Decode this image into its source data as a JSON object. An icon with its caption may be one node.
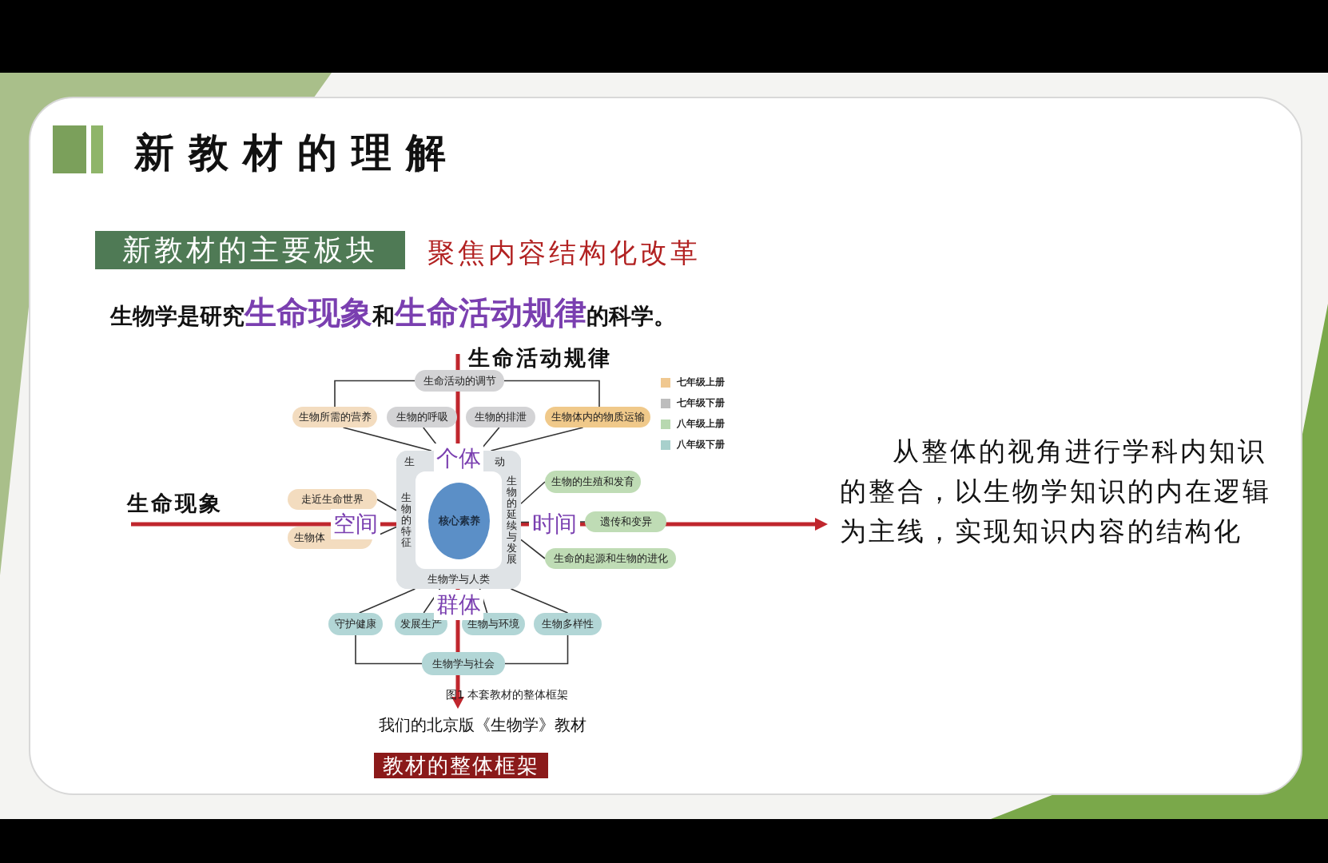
{
  "diagram": {
    "title": "新教材的理解",
    "nodes": [
      {
        "text": [
          "生命活动的调节"
        ]
      },
      {
        "text": [
          "生物所需的营养"
        ]
      },
      {
        "text": [
          "生物的呼吸"
        ]
      },
      {
        "text": [
          "生物的排泄"
        ]
      },
      {
        "text": [
          "生物体内的物质运输"
        ]
      },
      {
        "text": [],
        "shape": "box"
      },
      {
        "text": [
          "生",
          "动"
        ],
        "in": 5
      },
      {
        "text": [
          "走近生命世界"
        ]
      },
      {
        "text": [
          "生物体"
        ]
      },
      {
        "text": [
          "生物的特征"
        ],
        "in": 5
      },
      {
        "text": [
          "核心素养"
        ],
        "in": 5
      },
      {
        "text": [
          "生物的延续与发展"
        ],
        "in": 5
      },
      {
        "text": [
          "生物的生殖和发育"
        ]
      },
      {
        "text": [
          "遗传和变异"
        ]
      },
      {
        "text": [
          "生命的起源和生物的进化"
        ]
      },
      {
        "text": [
          "生物学与人类"
        ],
        "in": 5
      },
      {
        "text": [
          "守护健康"
        ]
      },
      {
        "text": [
          "发展生产"
        ]
      },
      {
        "text": [
          "生物与环境"
        ]
      },
      {
        "text": [
          "生物多样性"
        ]
      },
      {
        "text": [
          "生物学与社会"
        ]
      }
    ],
    "edges": [
      {
        "from": 0,
        "to": 1,
        "arrow": "none"
      },
      {
        "from": 0,
        "to": 4,
        "arrow": "none"
      },
      {
        "from": 1,
        "to": 6,
        "arrow": "none"
      },
      {
        "from": 2,
        "to": 6,
        "arrow": "none"
      },
      {
        "from": 3,
        "to": 6,
        "arrow": "none"
      },
      {
        "from": 4,
        "to": 6,
        "arrow": "none"
      },
      {
        "from": 7,
        "to": 9,
        "arrow": "none"
      },
      {
        "from": 8,
        "to": 9,
        "arrow": "none"
      },
      {
        "from": 11,
        "to": 12,
        "arrow": "none"
      },
      {
        "from": 11,
        "to": 13,
        "arrow": "none"
      },
      {
        "from": 11,
        "to": 14,
        "arrow": "none"
      },
      {
        "from": 15,
        "to": 16,
        "arrow": "none"
      },
      {
        "from": 15,
        "to": 17,
        "arrow": "none"
      },
      {
        "from": 15,
        "to": 18,
        "arrow": "none"
      },
      {
        "from": 15,
        "to": 19,
        "arrow": "none"
      },
      {
        "from": 20,
        "to": 16,
        "arrow": "none"
      },
      {
        "from": 20,
        "to": 19,
        "arrow": "none"
      }
    ],
    "labels": [
      "新教材的主要板块",
      "聚焦内容结构化改革",
      "生物学是研究**生命现象**和**生命活动规律**的科学。",
      "生命活动规律",
      "个体",
      "生命现象",
      "空间",
      "时间",
      "群体",
      "图1  本套教材的整体框架",
      "我们的北京版《生物学》教材",
      "从整体的视角进行学科内知识的整合，以生物学知识的内在逻辑为主线，实现知识内容的结构化",
      "教材的整体框架"
    ],
    "legend": [
      {
        "text": "七年级上册",
        "color": "#f0c890"
      },
      {
        "text": "七年级下册",
        "color": "#bdbdbd"
      },
      {
        "text": "八年级上册",
        "color": "#b8d8b0"
      },
      {
        "text": "八年级下册",
        "color": "#a8d0cc"
      }
    ]
  }
}
